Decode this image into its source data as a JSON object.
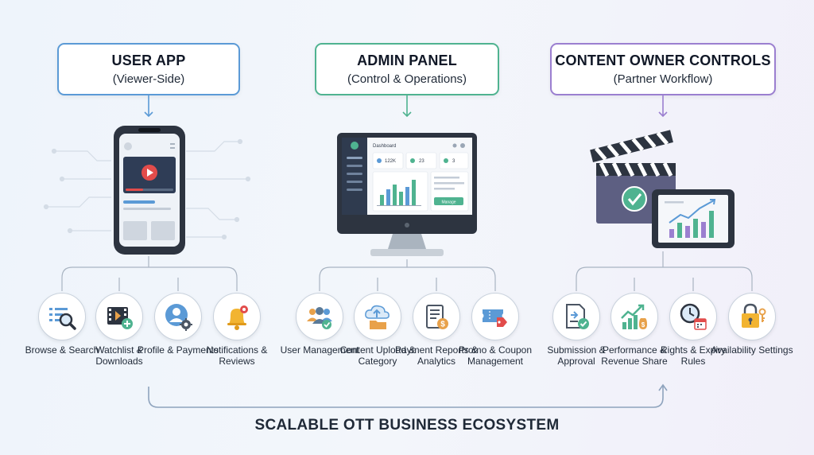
{
  "columns": [
    {
      "title": "USER APP",
      "subtitle": "(Viewer-Side)",
      "features": [
        {
          "label": "Browse & Search",
          "icon": "search-list-icon"
        },
        {
          "label": "Watchlist & Downloads",
          "icon": "video-add-icon"
        },
        {
          "label": "Profile & Payments",
          "icon": "user-settings-icon"
        },
        {
          "label": "Notifications & Reviews",
          "icon": "bell-icon"
        }
      ]
    },
    {
      "title": "ADMIN PANEL",
      "subtitle": "(Control & Operations)",
      "features": [
        {
          "label": "User Management",
          "icon": "users-check-icon"
        },
        {
          "label": "Content Upload & Category",
          "icon": "cloud-upload-folder-icon"
        },
        {
          "label": "Payment Reports & Analytics",
          "icon": "report-dollar-icon"
        },
        {
          "label": "Promo & Coupon Management",
          "icon": "ticket-tag-icon"
        }
      ]
    },
    {
      "title": "CONTENT OWNER CONTROLS",
      "subtitle": "(Partner Workflow)",
      "features": [
        {
          "label": "Submission & Approval",
          "icon": "document-approve-icon"
        },
        {
          "label": "Performance & Revenue Share",
          "icon": "growth-money-icon"
        },
        {
          "label": "Rights & Expiry Rules",
          "icon": "clock-calendar-icon"
        },
        {
          "label": "Availability Settings",
          "icon": "lock-key-icon"
        }
      ]
    }
  ],
  "monitor": {
    "dashboard_title": "Dashboard",
    "stat1": "122K",
    "stat2": "23",
    "stat3": "3",
    "manage_button": "Manage"
  },
  "footer": {
    "title": "SCALABLE OTT BUSINESS ECOSYSTEM"
  },
  "colors": {
    "user_accent": "#5b9ad6",
    "admin_accent": "#4fb390",
    "owner_accent": "#9b7fd0",
    "connector": "#a9b4c2"
  }
}
